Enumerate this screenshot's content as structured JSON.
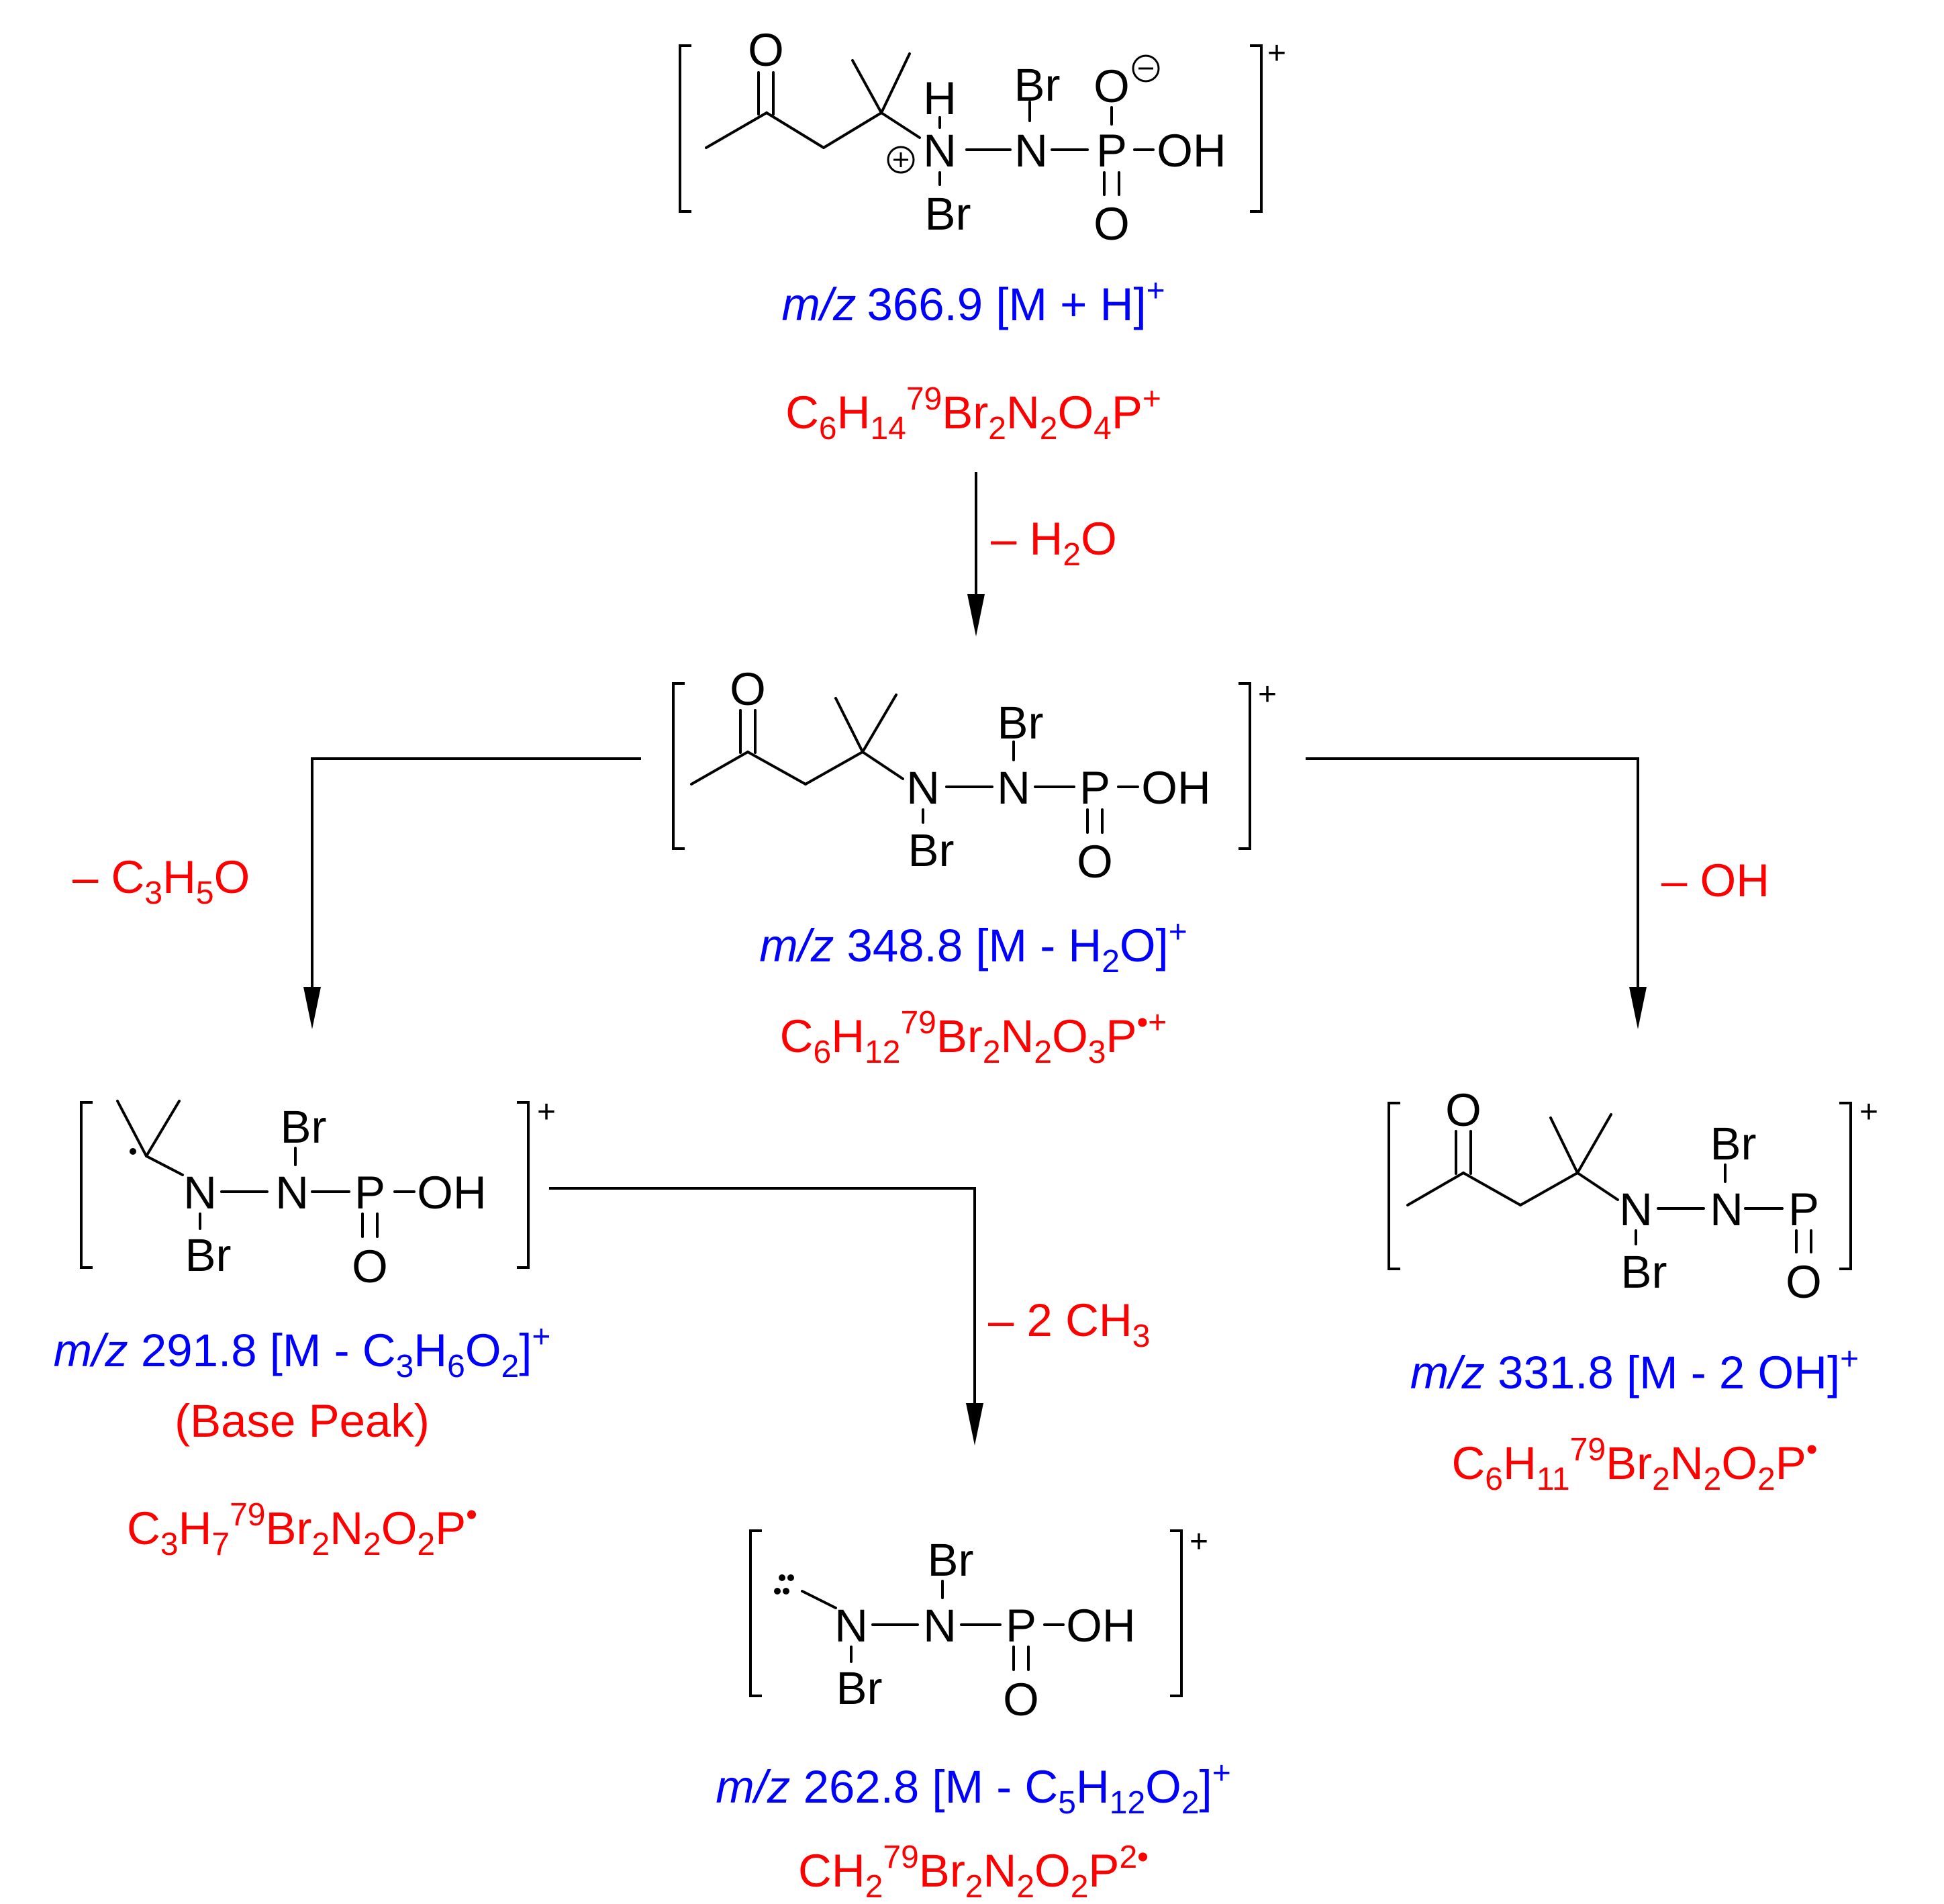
{
  "colors": {
    "mz_label": "#0000ff",
    "formula": "#ff0000",
    "loss": "#ff0000",
    "structure": "#000000"
  },
  "charge_symbol": "+",
  "structures": {
    "s1": {
      "mz": {
        "prefix": "m/z",
        "value": "366.9 [M + H]",
        "charge": "+"
      },
      "formula": [
        [
          "C",
          ""
        ],
        [
          "6",
          "sub"
        ],
        [
          "H",
          ""
        ],
        [
          "14",
          "sub"
        ],
        [
          "79",
          "sup"
        ],
        [
          "Br",
          ""
        ],
        [
          "2",
          "sub"
        ],
        [
          "N",
          ""
        ],
        [
          "2",
          "sub"
        ],
        [
          "O",
          ""
        ],
        [
          "4",
          "sub"
        ],
        [
          "P",
          ""
        ],
        [
          "+",
          "sup"
        ]
      ]
    },
    "s2": {
      "mz": [
        [
          "m/z",
          "italic"
        ],
        [
          " 348.8 [M - H",
          ""
        ],
        [
          "2",
          "sub"
        ],
        [
          "O]",
          ""
        ],
        [
          "+",
          "sup"
        ]
      ],
      "formula": [
        [
          "C",
          ""
        ],
        [
          "6",
          "sub"
        ],
        [
          "H",
          ""
        ],
        [
          "12",
          "sub"
        ],
        [
          "79",
          "sup"
        ],
        [
          "Br",
          ""
        ],
        [
          "2",
          "sub"
        ],
        [
          "N",
          ""
        ],
        [
          "2",
          "sub"
        ],
        [
          "O",
          ""
        ],
        [
          "3",
          "sub"
        ],
        [
          "P",
          ""
        ],
        [
          "•+",
          "sup"
        ]
      ]
    },
    "s3": {
      "mz": [
        [
          "m/z",
          "italic"
        ],
        [
          " 291.8 [M - C",
          ""
        ],
        [
          "3",
          "sub"
        ],
        [
          "H",
          ""
        ],
        [
          "6",
          "sub"
        ],
        [
          "O",
          ""
        ],
        [
          "2",
          "sub"
        ],
        [
          "]",
          ""
        ],
        [
          "+",
          "sup"
        ]
      ],
      "note": "(Base Peak)",
      "formula": [
        [
          "C",
          ""
        ],
        [
          "3",
          "sub"
        ],
        [
          "H",
          ""
        ],
        [
          "7",
          "sub"
        ],
        [
          "79",
          "sup"
        ],
        [
          "Br",
          ""
        ],
        [
          "2",
          "sub"
        ],
        [
          "N",
          ""
        ],
        [
          "2",
          "sub"
        ],
        [
          "O",
          ""
        ],
        [
          "2",
          "sub"
        ],
        [
          "P",
          ""
        ],
        [
          "•",
          "sup"
        ]
      ]
    },
    "s4": {
      "mz": [
        [
          "m/z",
          "italic"
        ],
        [
          " 331.8 [M - 2 OH]",
          ""
        ],
        [
          "+",
          "sup"
        ]
      ],
      "formula": [
        [
          "C",
          ""
        ],
        [
          "6",
          "sub"
        ],
        [
          "H",
          ""
        ],
        [
          "11",
          "sub"
        ],
        [
          "79",
          "sup"
        ],
        [
          "Br",
          ""
        ],
        [
          "2",
          "sub"
        ],
        [
          "N",
          ""
        ],
        [
          "2",
          "sub"
        ],
        [
          "O",
          ""
        ],
        [
          "2",
          "sub"
        ],
        [
          "P",
          ""
        ],
        [
          "•",
          "sup"
        ]
      ]
    },
    "s5": {
      "mz": [
        [
          "m/z",
          "italic"
        ],
        [
          " 262.8 [M - C",
          ""
        ],
        [
          "5",
          "sub"
        ],
        [
          "H",
          ""
        ],
        [
          "12",
          "sub"
        ],
        [
          "O",
          ""
        ],
        [
          "2",
          "sub"
        ],
        [
          "]",
          ""
        ],
        [
          "+",
          "sup"
        ]
      ],
      "formula": [
        [
          "CH",
          ""
        ],
        [
          "2",
          "sub"
        ],
        [
          "79",
          "sup"
        ],
        [
          "Br",
          ""
        ],
        [
          "2",
          "sub"
        ],
        [
          "N",
          ""
        ],
        [
          "2",
          "sub"
        ],
        [
          "O",
          ""
        ],
        [
          "2",
          "sub"
        ],
        [
          "P",
          ""
        ],
        [
          "2•",
          "sup"
        ]
      ]
    }
  },
  "losses": {
    "water": [
      [
        "– H",
        ""
      ],
      [
        "2",
        "sub"
      ],
      [
        "O",
        ""
      ]
    ],
    "c3h5o": [
      [
        "– C",
        ""
      ],
      [
        "3",
        "sub"
      ],
      [
        "H",
        ""
      ],
      [
        "5",
        "sub"
      ],
      [
        "O",
        ""
      ]
    ],
    "oh": [
      [
        "– OH",
        ""
      ]
    ],
    "ch3": [
      [
        "– 2 CH",
        ""
      ],
      [
        "3",
        "sub"
      ]
    ]
  },
  "atoms": {
    "O": "O",
    "H": "H",
    "N": "N",
    "Br": "Br",
    "P": "P",
    "OH": "OH"
  }
}
